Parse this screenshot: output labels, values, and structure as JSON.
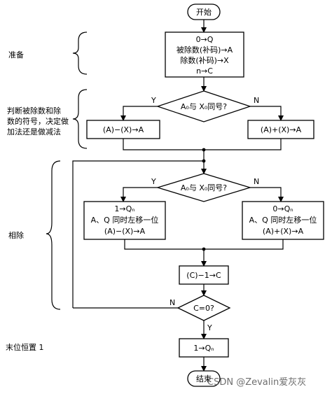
{
  "annotations": {
    "prepare": "准备",
    "judge_line1": "判断被除数和除",
    "judge_line2": "数的符号，决定做",
    "judge_line3": "加法还是做减法",
    "divide": "相除",
    "last_bit": "末位恒置 1"
  },
  "nodes": {
    "start": "开始",
    "init_line1": "0→Q",
    "init_line2": "被除数(补码)→A",
    "init_line3": "除数(补码)→X",
    "init_line4": "n→C",
    "decision1": "A₀与 X₀同号?",
    "subtract1": "(A)−(X)→A",
    "add1": "(A)+(X)→A",
    "decision2": "A₀与 X₀同号?",
    "left_line1": "1→Qₙ",
    "left_line2": "A、Q 同时左移一位",
    "left_line3": "(A)−(X)→A",
    "right_line1": "0→Qₙ",
    "right_line2": "A、Q 同时左移一位",
    "right_line3": "(A)+(X)→A",
    "decrement": "(C)−1→C",
    "decision3": "C=0?",
    "set_last": "1→Qₙ",
    "end": "结束"
  },
  "branch_labels": {
    "d1_yes": "Y",
    "d1_no": "N",
    "d2_yes": "Y",
    "d2_no": "N",
    "d3_no": "N",
    "d3_yes": "Y"
  },
  "watermark": "CSDN @Zevalin爱灰灰"
}
